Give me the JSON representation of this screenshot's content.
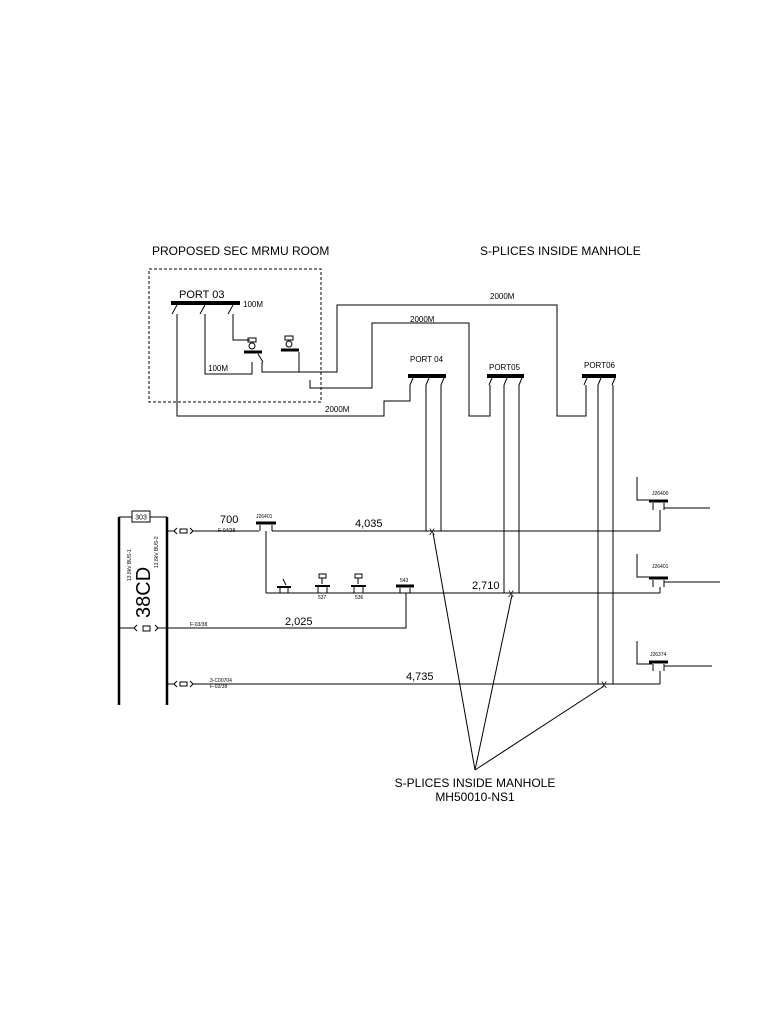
{
  "headings": {
    "room": "PROPOSED SEC MRMU ROOM",
    "splices_top": "S-PLICES INSIDE MANHOLE",
    "splices_bottom": "S-PLICES INSIDE MANHOLE",
    "manhole_id": "MH50010-NS1"
  },
  "ports": {
    "port03": "PORT 03",
    "port04": "PORT 04",
    "port05": "PORT05",
    "port06": "PORT06"
  },
  "cable_lengths": {
    "len_100m_a": "100M",
    "len_100m_b": "100M",
    "len_2000m_a": "2000M",
    "len_2000m_b": "2000M",
    "len_2000m_c": "2000M"
  },
  "substation": {
    "name": "38CD",
    "box_tag": "303",
    "bus1": "13.8kV BUS-1",
    "bus2": "13.8kV BUS-2"
  },
  "feeders": {
    "f1_len": "700",
    "f1_id": "F-04/38",
    "f1_run": "4,035",
    "f1_joint": "J26401",
    "f2_run": "2,710",
    "f2_sw1": "537",
    "f2_sw2": "536",
    "f2_sw3": "543",
    "f3_id": "F-03/38",
    "f3_len": "2,025",
    "f4_code": "3-C00704",
    "f4_id": "F-02/38",
    "f4_len": "4,735"
  },
  "joints_right": {
    "j1": "J26400",
    "j2": "J26401",
    "j3": "J26374"
  },
  "splice_marker": "X"
}
